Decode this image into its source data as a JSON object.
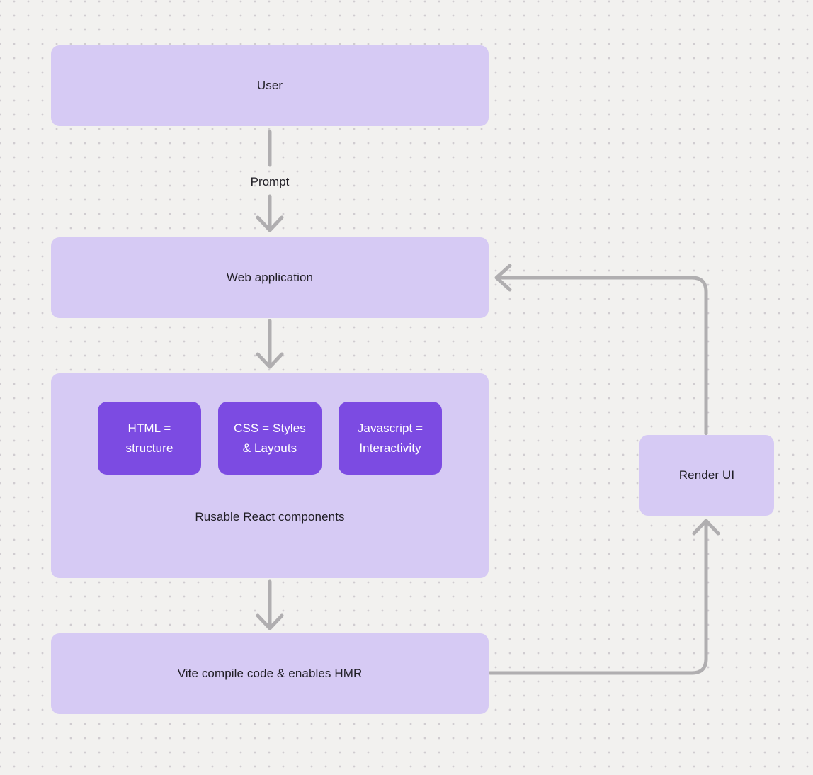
{
  "colors": {
    "background": "#f2f1ef",
    "dot_grid": "#d0ccd0",
    "node_fill": "#d6caf4",
    "node_text": "#1f1d24",
    "inner_fill": "#7c4be2",
    "inner_text": "#ffffff",
    "connector": "#b0aeb0"
  },
  "nodes": {
    "user": {
      "label": "User"
    },
    "web_application": {
      "label": "Web application"
    },
    "components": {
      "boxes": [
        {
          "label": "HTML = structure"
        },
        {
          "label": "CSS = Styles & Layouts"
        },
        {
          "label": "Javascript = Interactivity"
        }
      ],
      "caption": "Rusable React components"
    },
    "vite": {
      "label": "Vite compile code & enables HMR"
    },
    "render_ui": {
      "label": "Render UI"
    }
  },
  "edges": {
    "user_to_web_application": {
      "label": "Prompt",
      "direction": "down"
    },
    "web_application_to_components": {
      "direction": "down"
    },
    "components_to_vite": {
      "direction": "down"
    },
    "vite_to_render_ui": {
      "direction": "right-then-up"
    },
    "render_ui_to_web_application": {
      "direction": "up-then-left"
    }
  }
}
